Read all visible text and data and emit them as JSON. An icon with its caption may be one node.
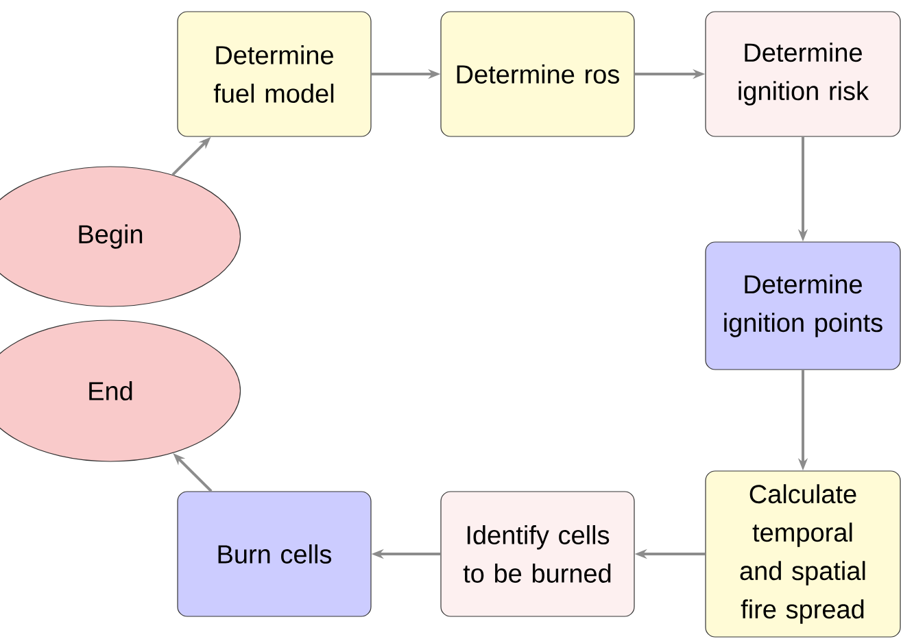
{
  "diagram": {
    "nodes": [
      {
        "text": [
          "Begin"
        ]
      },
      {
        "text": [
          "End"
        ]
      },
      {
        "text": [
          "Determine fuel model"
        ]
      },
      {
        "text": [
          "Determine ros"
        ]
      },
      {
        "text": [
          "Determine ignition risk"
        ]
      },
      {
        "text": [
          "Determine ignition points"
        ]
      },
      {
        "text": [
          "Calculate temporal and spatial fire spread"
        ]
      },
      {
        "text": [
          "Identify cells to be burned"
        ]
      },
      {
        "text": [
          "Burn cells"
        ]
      }
    ],
    "edges": [
      {
        "from": 0,
        "to": 2,
        "arrow": "to"
      },
      {
        "from": 2,
        "to": 3,
        "arrow": "to"
      },
      {
        "from": 3,
        "to": 4,
        "arrow": "to"
      },
      {
        "from": 4,
        "to": 5,
        "arrow": "to"
      },
      {
        "from": 5,
        "to": 6,
        "arrow": "to"
      },
      {
        "from": 6,
        "to": 7,
        "arrow": "to"
      },
      {
        "from": 7,
        "to": 8,
        "arrow": "to"
      },
      {
        "from": 8,
        "to": 1,
        "arrow": "to"
      }
    ]
  }
}
